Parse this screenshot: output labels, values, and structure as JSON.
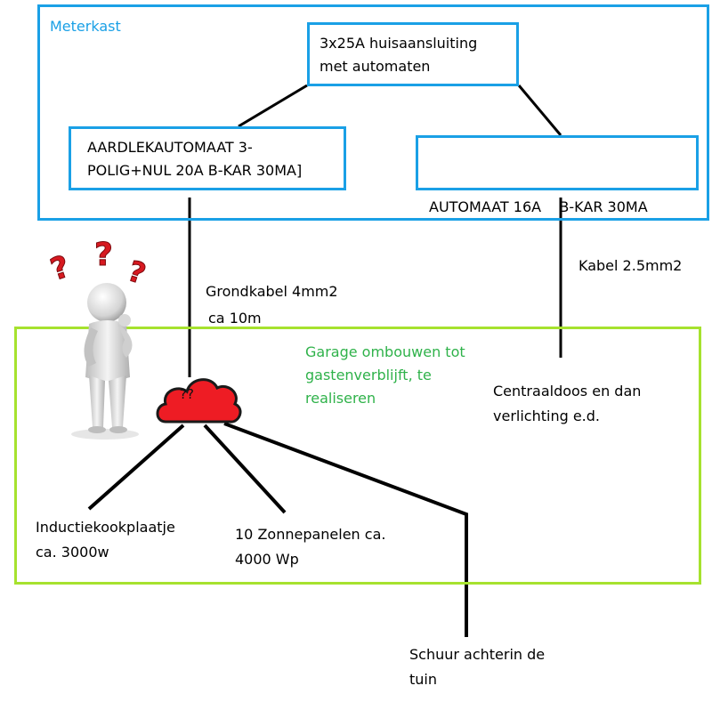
{
  "meterkast": {
    "title": "Meterkast",
    "supply": {
      "line1": "3x25A huisaansluiting",
      "line2": "met automaten"
    },
    "rcbo": {
      "line1": "AARDLEKAUTOMAAT 3-",
      "line2": "POLIG+NUL 20A B-KAR 30MA]"
    },
    "breaker": {
      "label": "AUTOMAAT 16A    B-KAR 30MA"
    }
  },
  "cables": {
    "ground": {
      "line1": "Grondkabel 4mm2",
      "line2": "ca 10m"
    },
    "kabel": {
      "label": "Kabel 2.5mm2"
    }
  },
  "garage": {
    "title": {
      "line1": "Garage ombouwen tot",
      "line2": "gastenverblijft, te",
      "line3": "realiseren"
    },
    "junction": {
      "label": "??"
    },
    "centraaldoos": {
      "line1": "Centraaldoos en dan",
      "line2": "verlichting e.d."
    },
    "inductie": {
      "line1": "Inductiekookplaatje",
      "line2": "ca. 3000w"
    },
    "zonne": {
      "line1": "10 Zonnepanelen ca.",
      "line2": "4000 Wp"
    }
  },
  "schuur": {
    "line1": "Schuur achterin de",
    "line2": "tuin"
  },
  "colors": {
    "meterkast": "#1aa0e6",
    "garage": "#a6e22e",
    "garage_text": "#2fb24a",
    "cloud": "#ee1c24"
  },
  "icons": {
    "thinking_figure": "thinking-person-icon",
    "question_marks": "question-marks-icon",
    "cloud": "cloud-icon"
  }
}
